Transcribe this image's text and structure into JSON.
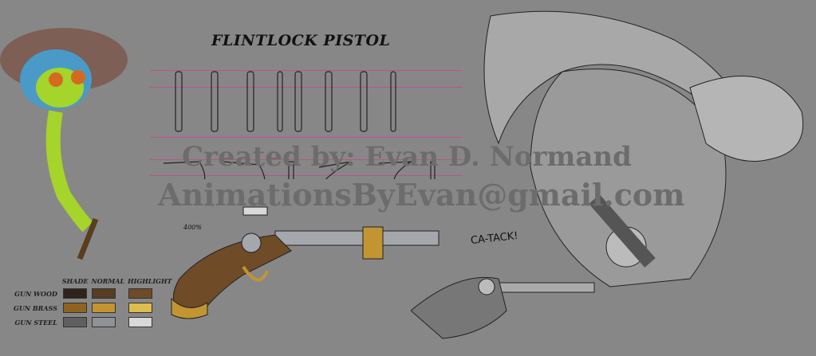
{
  "title": "FLINTLOCK PISTOL",
  "watermark": {
    "line1": "Created by: Evan D. Normand",
    "line2": "AnimationsByEvan@gmail.com"
  },
  "zoom_label": "400%",
  "sfx_label": "CA-TACK!",
  "palette": {
    "headers": [
      "SHADE",
      "NORMAL",
      "HIGHLIGHT"
    ],
    "rows": [
      {
        "label": "GUN WOOD",
        "colors": [
          "#2e241b",
          "#573d24",
          "#6f4b27"
        ]
      },
      {
        "label": "GUN BRASS",
        "colors": [
          "#8f6420",
          "#c29432",
          "#dcbd4e"
        ]
      },
      {
        "label": "GUN STEEL",
        "colors": [
          "#5f5f5f",
          "#8f9296",
          "#d9d9d9"
        ]
      }
    ]
  },
  "colors": {
    "background": "#878787",
    "guide_lines": "#c0508a"
  }
}
